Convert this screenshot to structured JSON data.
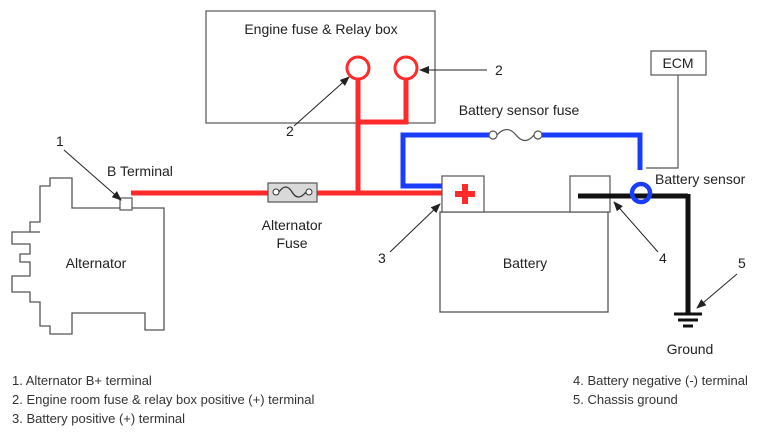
{
  "components": {
    "relay_box": "Engine fuse & Relay box",
    "ecm": "ECM",
    "battery_sensor_fuse": "Battery sensor fuse",
    "battery_sensor": "Battery sensor",
    "b_terminal": "B Terminal",
    "alternator": "Alternator",
    "alternator_fuse_line1": "Alternator",
    "alternator_fuse_line2": "Fuse",
    "battery": "Battery",
    "ground": "Ground"
  },
  "callouts": {
    "c1": "1",
    "c2_right": "2",
    "c2_left": "2",
    "c3": "3",
    "c4": "4",
    "c5": "5"
  },
  "legend": {
    "left": [
      "1. Alternator B+ terminal",
      "2. Engine room fuse & relay box positive (+) terminal",
      "3. Battery positive (+) terminal"
    ],
    "right": [
      "4. Battery negative (-) terminal",
      "5. Chassis ground"
    ]
  },
  "colors": {
    "positive_wire": "#ff2a2a",
    "sensor_wire": "#1a3cff",
    "ground_wire": "#111111",
    "outline": "#555555"
  }
}
